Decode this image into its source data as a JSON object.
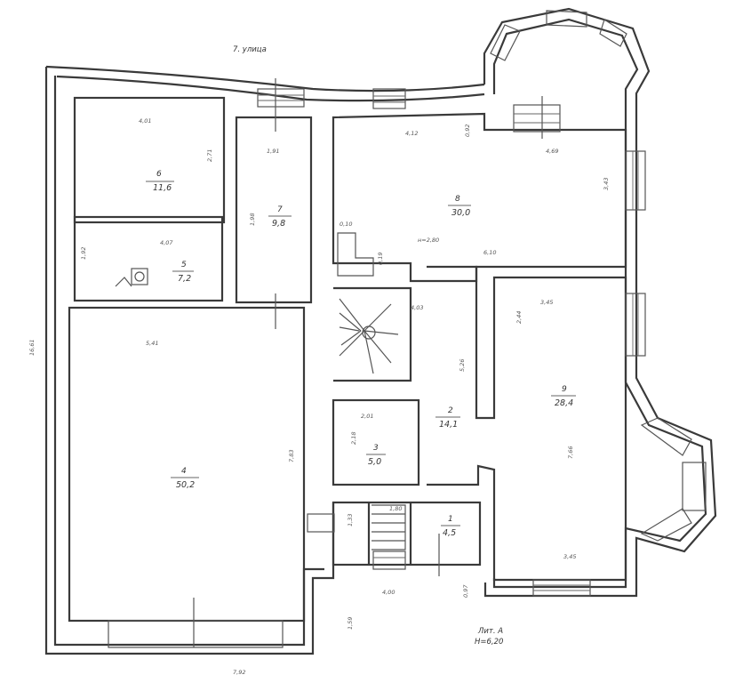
{
  "plan": {
    "street_label": "7. улица",
    "overall_dims": {
      "left": "16,61",
      "bottom": "7,92",
      "bottom_small": "1,59"
    },
    "litera": {
      "line1": "Лит. А",
      "line2": "Н=6,20"
    },
    "height_mark": "н=2,80",
    "rooms": [
      {
        "num": "1",
        "area": "4,5"
      },
      {
        "num": "2",
        "area": "14,1"
      },
      {
        "num": "3",
        "area": "5,0"
      },
      {
        "num": "4",
        "area": "50,2"
      },
      {
        "num": "5",
        "area": "7,2"
      },
      {
        "num": "6",
        "area": "11,6"
      },
      {
        "num": "7",
        "area": "9,8"
      },
      {
        "num": "8",
        "area": "30,0"
      },
      {
        "num": "9",
        "area": "28,4"
      }
    ],
    "dims": {
      "d6_top": "4,01",
      "d6_side": "2,71",
      "d5_top": "4,07",
      "d5_side": "1,92",
      "d7_top": "1,91",
      "d7_side": "1,98",
      "d4_top": "5,41",
      "d4_side": "7,83",
      "d8_top": "4,12",
      "d8_mid": "0,92",
      "d8_right": "4,69",
      "d8_side": "3,43",
      "d8_inner": "0,10",
      "d8_inner2": "0,19",
      "d8_bottom": "6,10",
      "d2_top": "4,03",
      "d2_side": "5,26",
      "d9_top": "3,45",
      "d9_side": "2,44",
      "d9_right": "7,66",
      "d9_bottom": "3,45",
      "d3_top": "2,01",
      "d3_side": "2,18",
      "d1_top": "1,33",
      "d1_mid": "1,80",
      "b_left": "4,00",
      "b_right": "0,97"
    }
  }
}
